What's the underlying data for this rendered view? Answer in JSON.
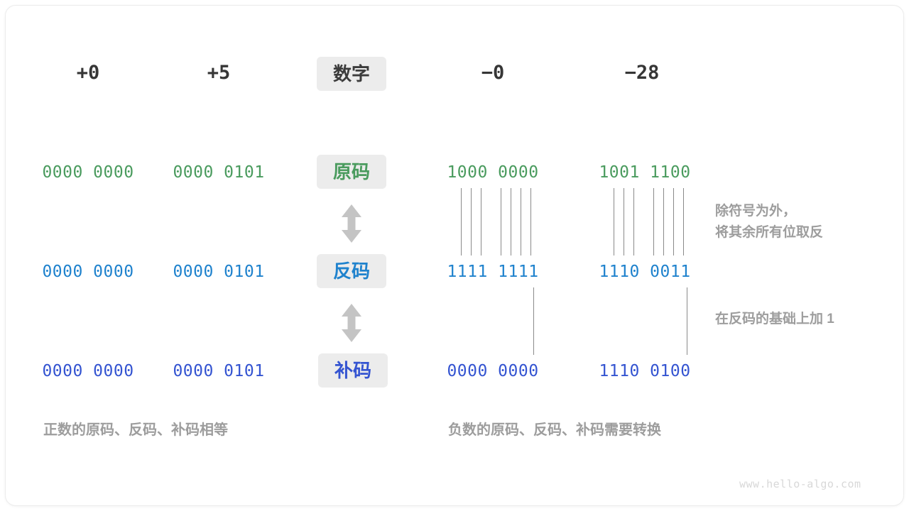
{
  "diagram": {
    "title_row": {
      "label": "数字",
      "columns": [
        {
          "name": "pos-zero",
          "value": "+0"
        },
        {
          "name": "pos-five",
          "value": "+5"
        },
        {
          "name": "neg-zero",
          "value": "−0"
        },
        {
          "name": "neg-twentyeight",
          "value": "−28"
        }
      ]
    },
    "rows": [
      {
        "key": "true-form",
        "label": "原码",
        "color": "#4a9b5e",
        "cells": [
          "0000 0000",
          "0000 0101",
          "1000 0000",
          "1001 1100"
        ]
      },
      {
        "key": "ones-complement",
        "label": "反码",
        "color": "#1f82cd",
        "cells": [
          "0000 0000",
          "0000 0101",
          "1111 1111",
          "1110 0011"
        ]
      },
      {
        "key": "twos-complement",
        "label": "补码",
        "color": "#3454d1",
        "cells": [
          "0000 0000",
          "0000 0101",
          "0000 0000",
          "1110 0100"
        ]
      }
    ],
    "notes": [
      {
        "key": "invert-note",
        "text": "除符号为外，\n将其余所有位取反"
      },
      {
        "key": "plus-one-note",
        "text": "在反码的基础上加  1"
      }
    ],
    "captions": [
      {
        "key": "positive-caption",
        "text": "正数的原码、反码、补码相等"
      },
      {
        "key": "negative-caption",
        "text": "负数的原码、反码、补码需要转换"
      }
    ],
    "watermark": "www.hello-algo.com",
    "palette": {
      "chip_bg": "#ececec",
      "line": "#8a8a8a",
      "arrow": "#c4c4c4",
      "note_text": "#9d9d9d",
      "header_text": "#363636"
    }
  }
}
